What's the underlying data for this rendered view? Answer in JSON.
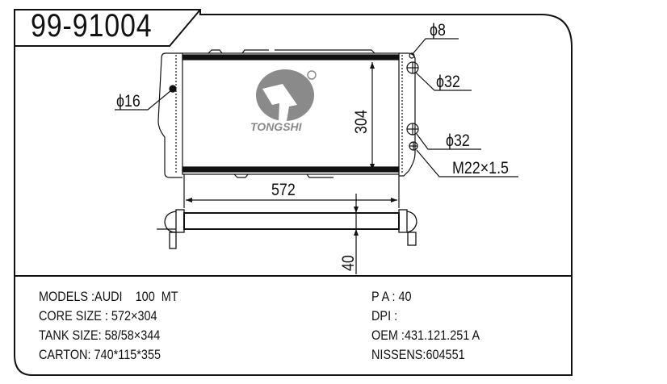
{
  "part_number": "99-91004",
  "logo": {
    "brand": "TONGSHI",
    "registered_mark": "®"
  },
  "dimensions": {
    "width": "572",
    "height": "304",
    "thickness": "40",
    "inlet": "ϕ16",
    "vent": "ϕ8",
    "outlet_top": "ϕ32",
    "outlet_bottom": "ϕ32",
    "thread": "M22×1.5"
  },
  "specs_left": [
    "MODELS :AUDI    100  MT",
    "CORE SIZE : 572×304",
    "TANK SIZE: 58/58×344",
    "CARTON: 740*115*355"
  ],
  "specs_right": [
    "P A : 40",
    "DPI :",
    "OEM :431.121.251 A",
    "NISSENS:604551"
  ]
}
